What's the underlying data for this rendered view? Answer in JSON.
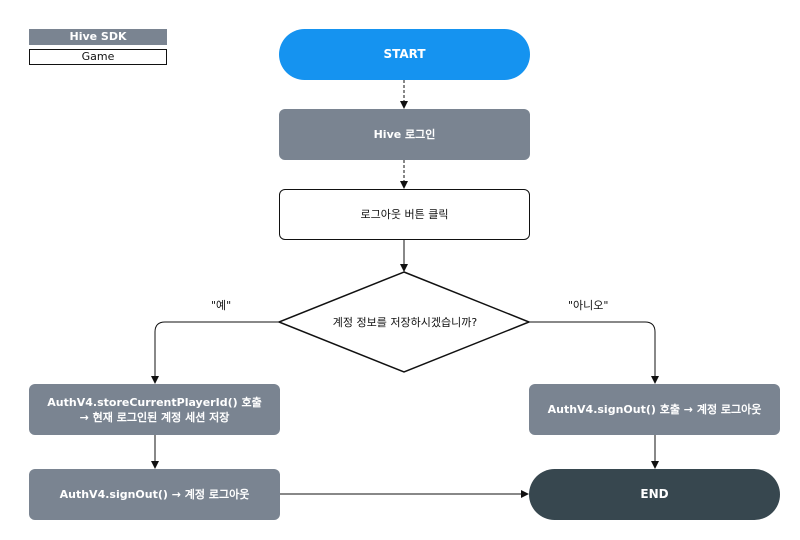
{
  "legend": {
    "sdk_label": "Hive SDK",
    "game_label": "Game",
    "sdk_color": "#7a8491",
    "game_color": "#ffffff"
  },
  "colors": {
    "start": "#1593f0",
    "end": "#37474f",
    "sdk": "#7a8491"
  },
  "nodes": {
    "start": "START",
    "hive_login": "Hive 로그인",
    "logout_click": "로그아웃 버튼 클릭",
    "decision": "계정 정보를 저장하시겠습니까?",
    "store_line1": "AuthV4.storeCurrentPlayerId() 호출",
    "store_line2": "→ 현재 로그인된 계정 세션 저장",
    "signout_right": "AuthV4.signOut() 호출 → 계정 로그아웃",
    "signout_left": "AuthV4.signOut() → 계정 로그아웃",
    "end": "END"
  },
  "edges": {
    "yes_label": "\"예\"",
    "no_label": "\"아니오\""
  }
}
